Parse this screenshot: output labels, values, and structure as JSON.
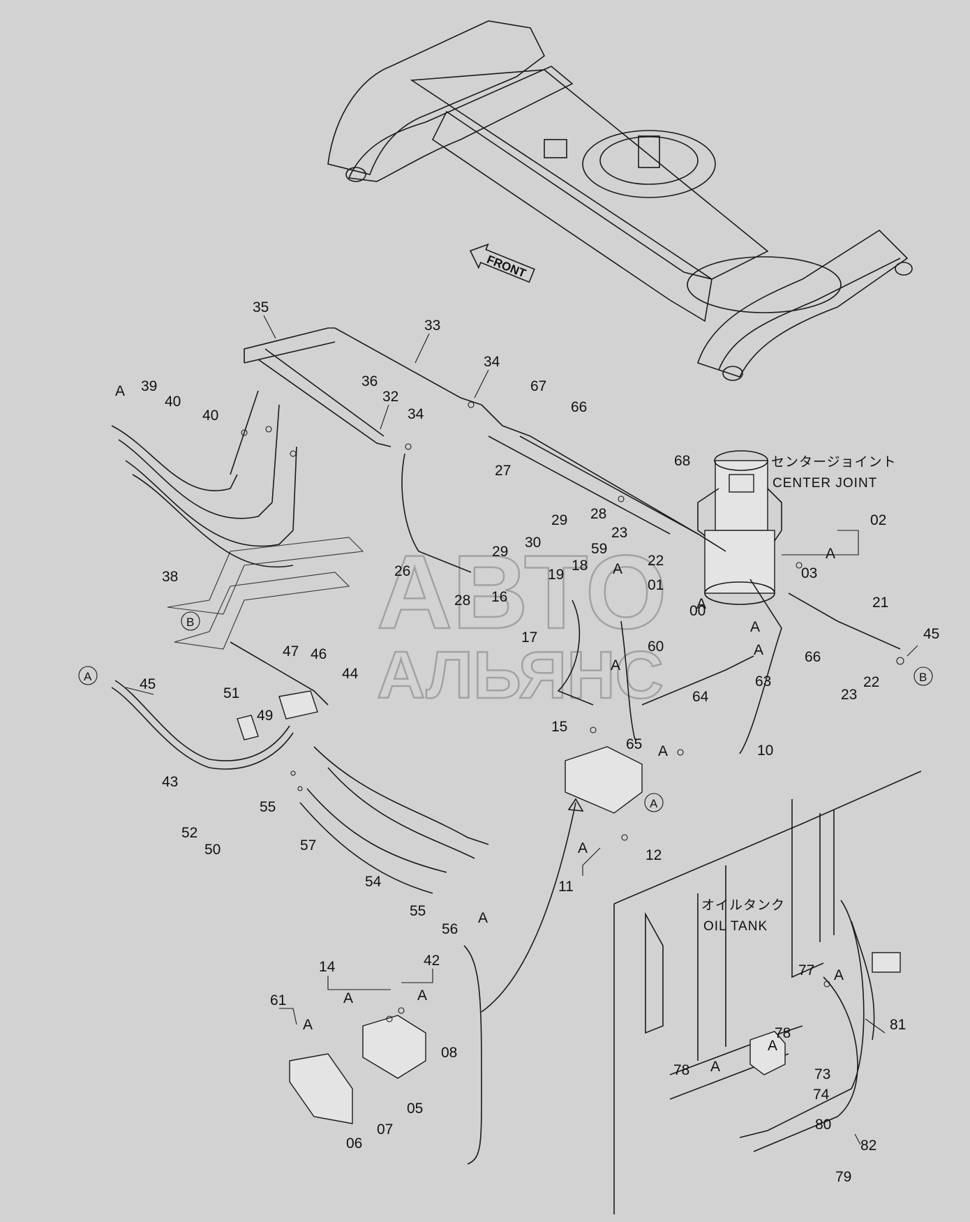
{
  "watermark": {
    "line1": "АВТО",
    "line2": "АЛЬЯНС"
  },
  "front_label": "FRONT",
  "center_joint": {
    "jp": "センタージョイント",
    "en": "CENTER JOINT"
  },
  "oil_tank": {
    "jp": "オイルタンク",
    "en": "OIL TANK"
  },
  "callouts": {
    "c35": "35",
    "c33": "33",
    "c34a": "34",
    "c34b": "34",
    "c36": "36",
    "c32": "32",
    "c39": "39",
    "c40a": "40",
    "c40b": "40",
    "c38": "38",
    "c67": "67",
    "c66a": "66",
    "c66b": "66",
    "c27": "27",
    "c68": "68",
    "c02": "02",
    "c03": "03",
    "c29a": "29",
    "c29b": "29",
    "c30": "30",
    "c28a": "28",
    "c28b": "28",
    "c26": "26",
    "c23a": "23",
    "c23b": "23",
    "c22a": "22",
    "c22b": "22",
    "c59": "59",
    "c18": "18",
    "c19": "19",
    "c01": "01",
    "c00": "00",
    "c16": "16",
    "c17": "17",
    "c21": "21",
    "c45a": "45",
    "c45b": "45",
    "c63": "63",
    "c60": "60",
    "c47": "47",
    "c46": "46",
    "c44": "44",
    "c51": "51",
    "c49": "49",
    "c43": "43",
    "c64": "64",
    "c15": "15",
    "c65": "65",
    "c10": "10",
    "c55a": "55",
    "c55b": "55",
    "c52": "52",
    "c50": "50",
    "c57": "57",
    "c54": "54",
    "c56": "56",
    "c12": "12",
    "c11": "11",
    "c14": "14",
    "c42": "42",
    "c61": "61",
    "c08": "08",
    "c05": "05",
    "c07": "07",
    "c06": "06",
    "c77": "77",
    "c78a": "78",
    "c78b": "78",
    "c73": "73",
    "c81": "81",
    "c74": "74",
    "c80": "80",
    "c82": "82",
    "c79": "79"
  },
  "markers": {
    "A": "A",
    "B": "B"
  },
  "letters": {
    "a1": "A",
    "a2": "A",
    "a3": "A",
    "a4": "A",
    "a5": "A",
    "a6": "A",
    "a7": "A",
    "a8": "A",
    "a9": "A",
    "a10": "A",
    "a11": "A",
    "a12": "A",
    "a13": "A",
    "a14": "A",
    "a15": "A",
    "a16": "A"
  }
}
